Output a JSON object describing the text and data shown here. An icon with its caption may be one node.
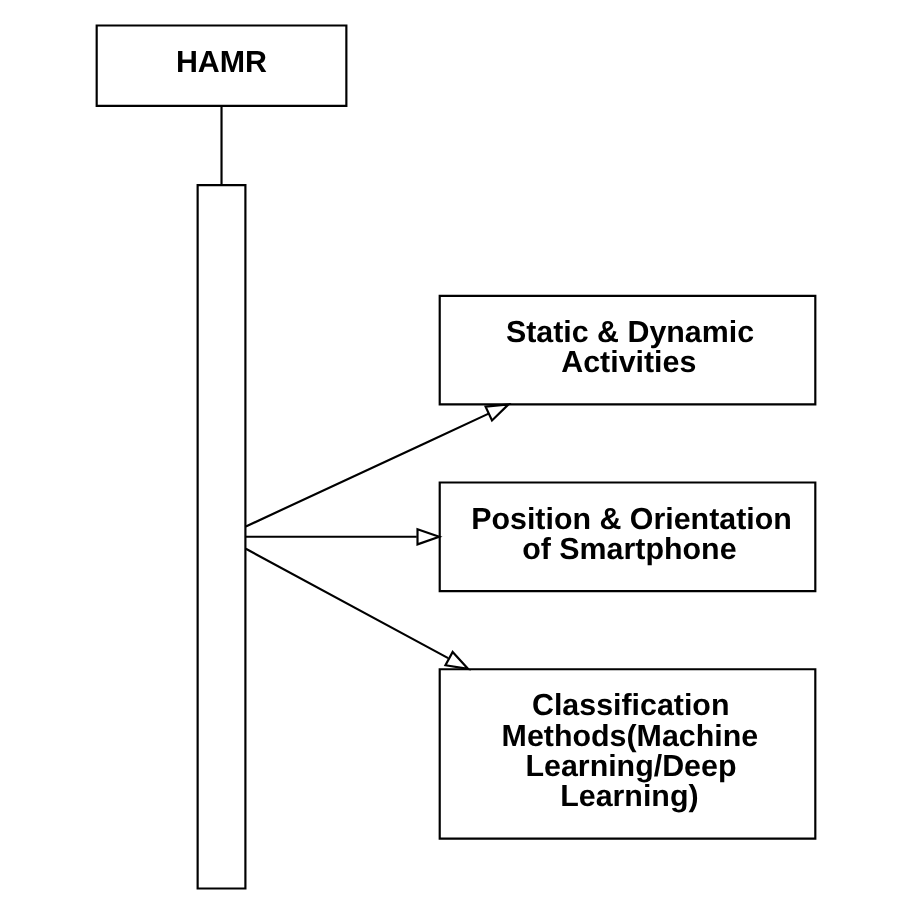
{
  "diagram": {
    "nodes": [
      {
        "text": [
          "HAMR"
        ]
      },
      {
        "text": [],
        "shape": "bar"
      },
      {
        "text": [
          "Static & Dynamic Activities"
        ]
      },
      {
        "text": [
          "Position & Orientation of Smartphone"
        ]
      },
      {
        "text": [
          "Classification Methods(Machine Learning/Deep Learning)"
        ]
      }
    ],
    "edges": [
      {
        "from": 0,
        "to": 1,
        "arrow": "none"
      },
      {
        "from": 1,
        "to": 2,
        "arrow": "to"
      },
      {
        "from": 1,
        "to": 3,
        "arrow": "to"
      },
      {
        "from": 1,
        "to": 4,
        "arrow": "to"
      }
    ]
  }
}
